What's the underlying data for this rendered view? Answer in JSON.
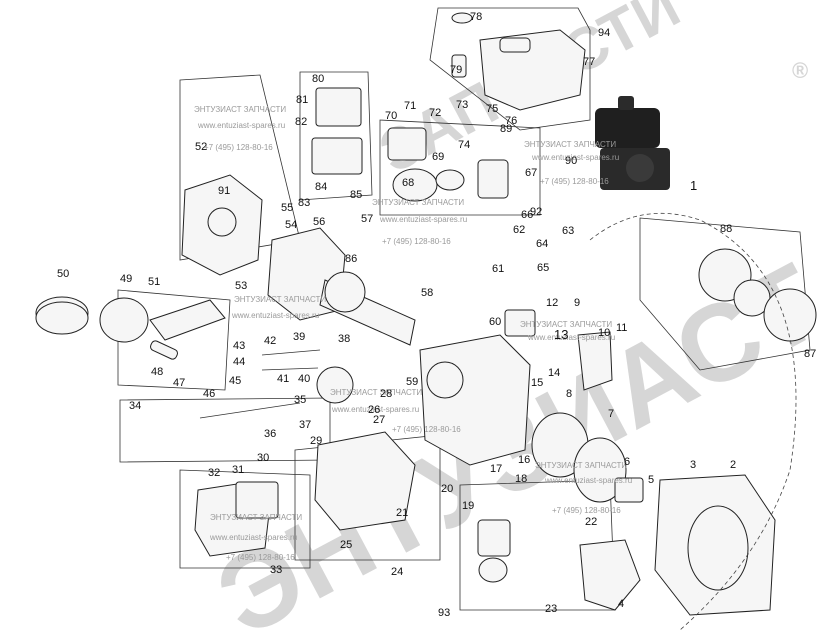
{
  "watermark": {
    "big_text": "ЭНТУЗИАСТ",
    "big_text_2": "ЗАПЧАСТИ",
    "registered": "®",
    "label": "ЭНТУЗИАСТ ЗАПЧАСТИ",
    "site": "www.entuziast-spares.ru",
    "phone": "+7 (495) 128-80-16"
  },
  "part_numbers": [
    "1",
    "2",
    "3",
    "4",
    "5",
    "6",
    "7",
    "8",
    "9",
    "10",
    "11",
    "12",
    "13",
    "14",
    "15",
    "16",
    "17",
    "18",
    "19",
    "20",
    "21",
    "22",
    "23",
    "24",
    "25",
    "26",
    "27",
    "28",
    "29",
    "30",
    "31",
    "32",
    "33",
    "34",
    "35",
    "36",
    "37",
    "38",
    "39",
    "40",
    "41",
    "42",
    "43",
    "44",
    "45",
    "46",
    "47",
    "48",
    "49",
    "50",
    "51",
    "52",
    "53",
    "54",
    "55",
    "56",
    "57",
    "58",
    "59",
    "60",
    "61",
    "62",
    "63",
    "64",
    "65",
    "66",
    "67",
    "68",
    "69",
    "70",
    "71",
    "72",
    "73",
    "74",
    "75",
    "76",
    "77",
    "78",
    "79",
    "80",
    "81",
    "82",
    "83",
    "84",
    "85",
    "86",
    "87",
    "88",
    "89",
    "90",
    "91",
    "92",
    "93",
    "94"
  ],
  "colors": {
    "line": "#222222",
    "watermark": "#d6d6d6",
    "photo": "#1a1a1a"
  }
}
